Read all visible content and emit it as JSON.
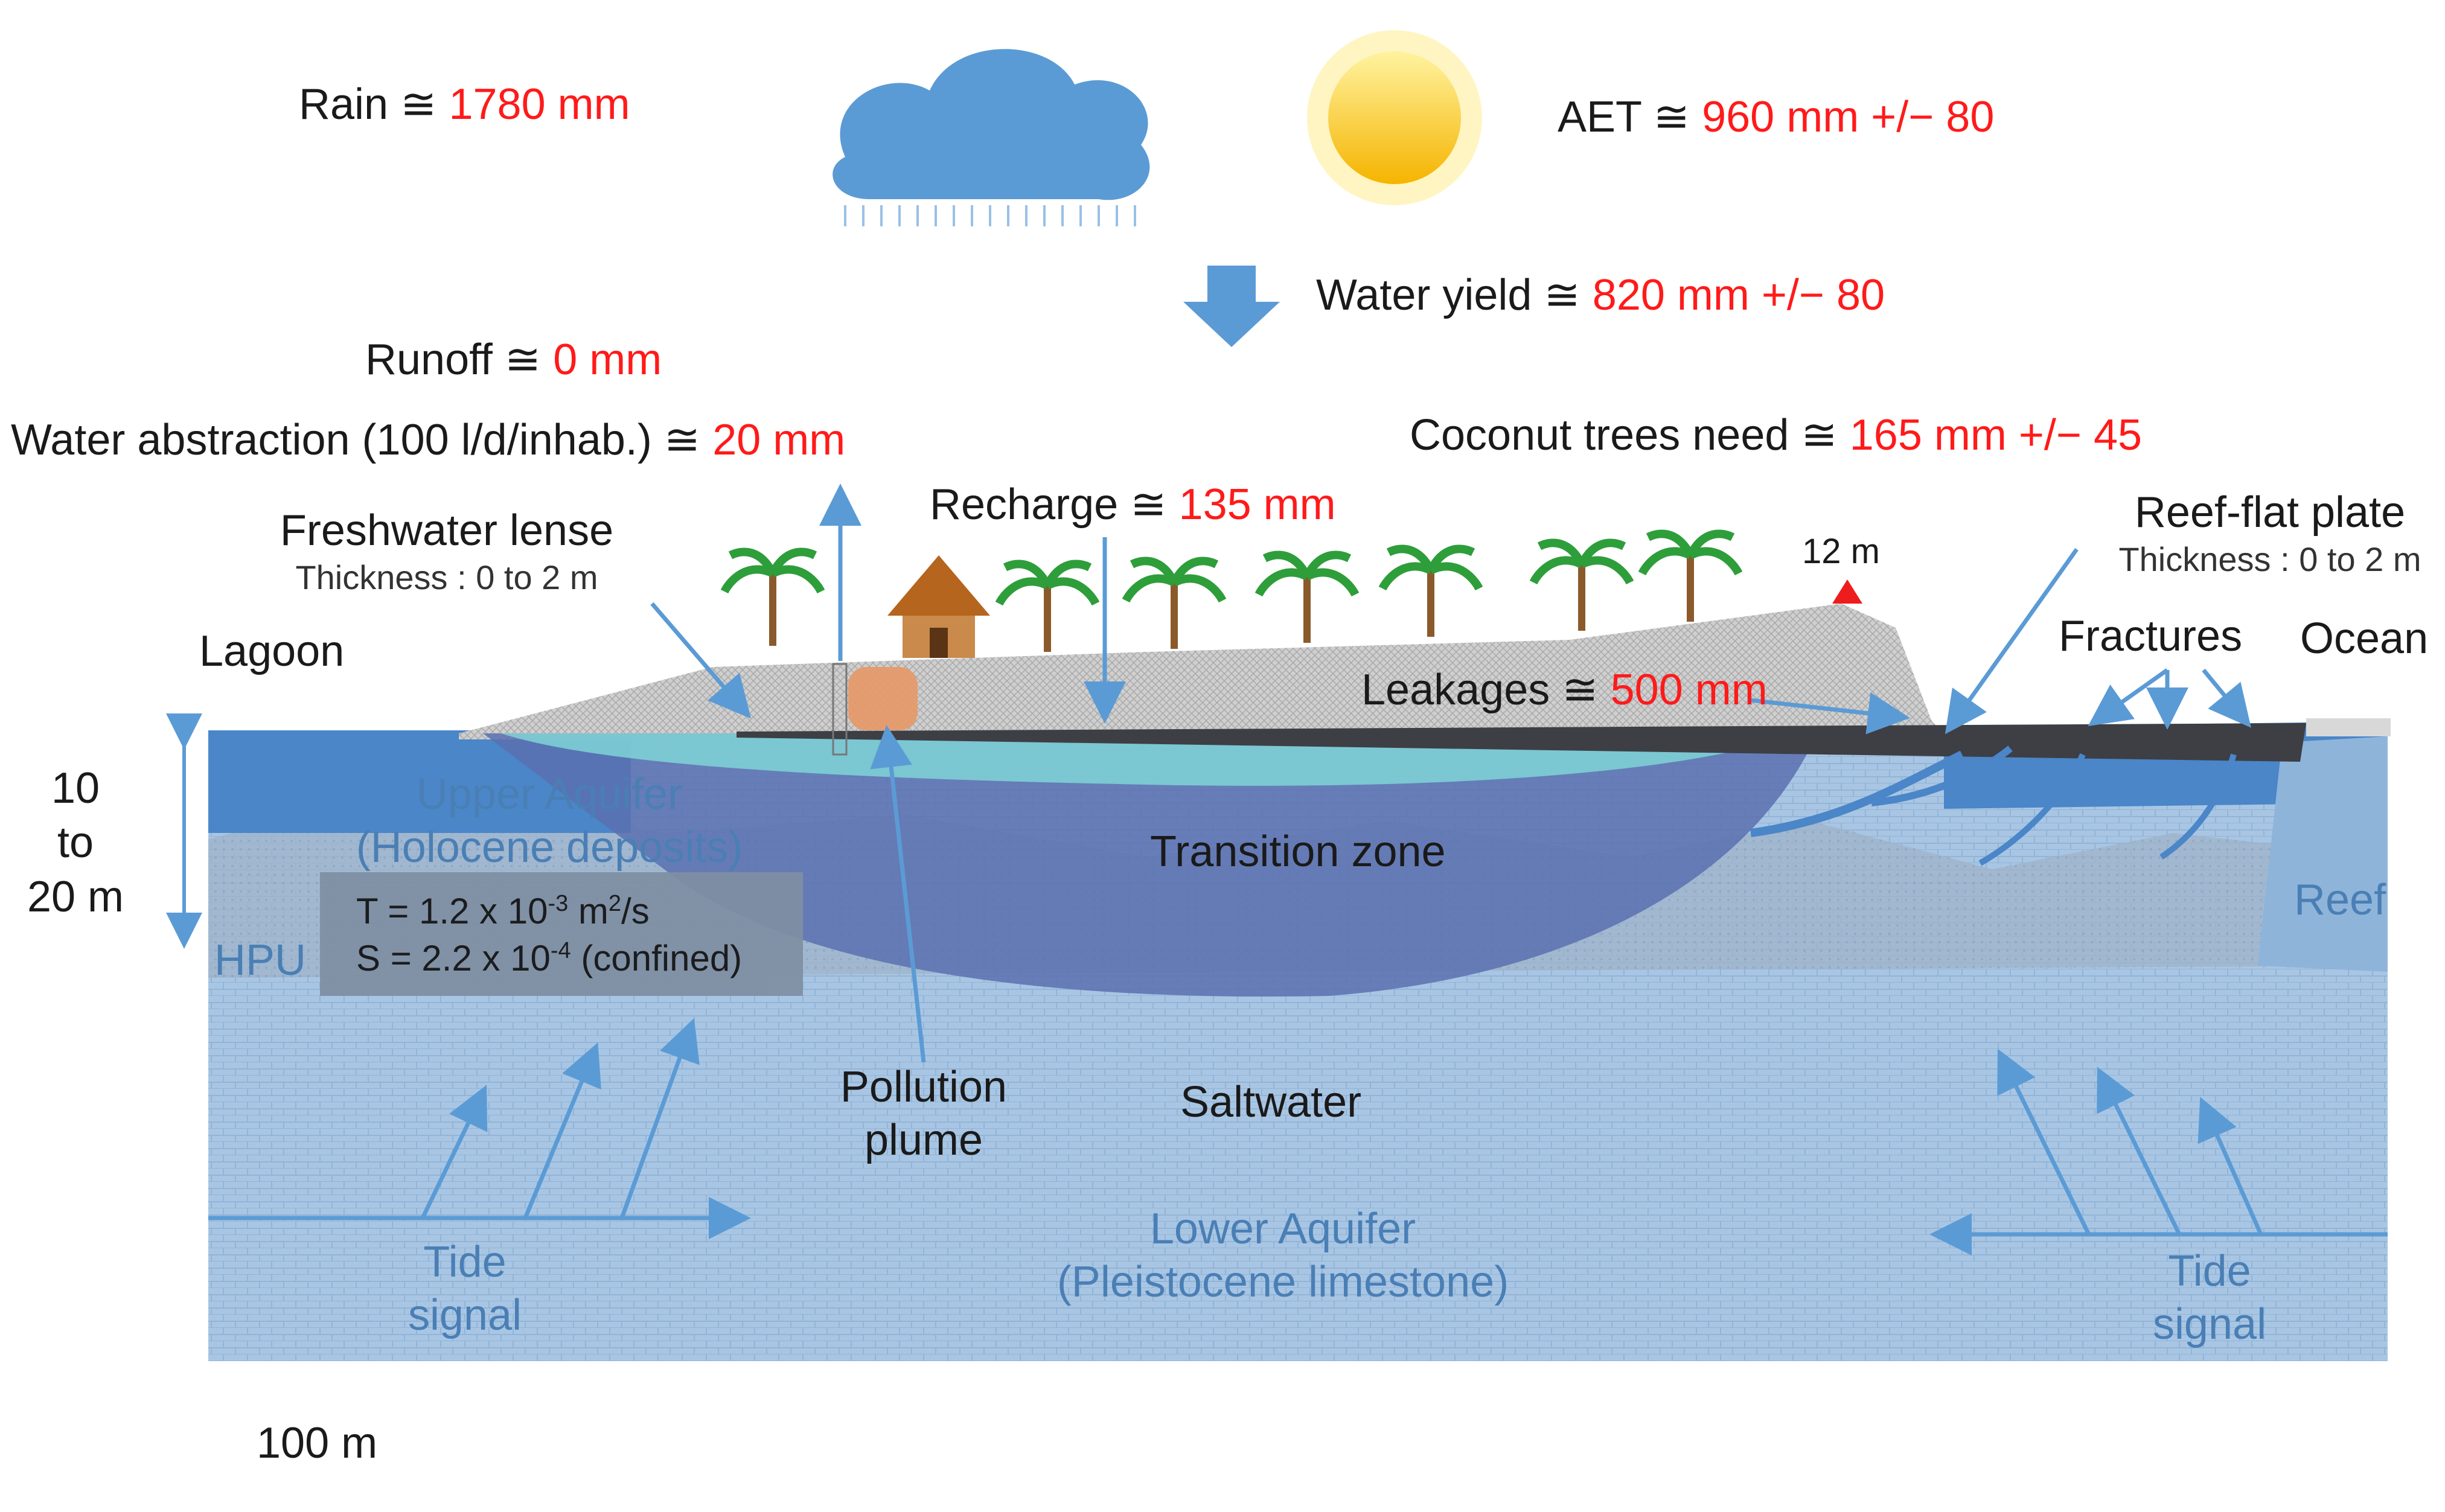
{
  "labels": {
    "rain": {
      "text": "Rain ≅",
      "value": "1780 mm"
    },
    "aet": {
      "text": "AET ≅",
      "value": "960 mm +/− 80"
    },
    "water_yield": {
      "text": "Water yield ≅",
      "value": "820 mm +/− 80"
    },
    "runoff": {
      "text": "Runoff ≅",
      "value": "0 mm"
    },
    "abstraction": {
      "text": "Water abstraction (100 l/d/inhab.) ≅",
      "value": "20 mm"
    },
    "coconut": {
      "text": "Coconut trees need ≅",
      "value": "165 mm +/− 45"
    },
    "recharge": {
      "text": "Recharge ≅",
      "value": "135 mm"
    },
    "leakages": {
      "text": "Leakages ≅",
      "value": "500 mm"
    },
    "freshwater_lense": {
      "title": "Freshwater lense",
      "sub": "Thickness : 0 to 2 m"
    },
    "reef_flat_plate": {
      "title": "Reef-flat plate",
      "sub": "Thickness : 0 to 2 m"
    },
    "elevation": "12 m",
    "lagoon": "Lagoon",
    "ocean": "Ocean",
    "fractures": "Fractures",
    "reef": "Reef",
    "hpu": "HPU",
    "upper_aquifer": {
      "line1": "Upper Aquifer",
      "line2": "(Holocene deposits)"
    },
    "transition_zone": "Transition zone",
    "saltwater": "Saltwater",
    "pollution_plume": {
      "line1": "Pollution",
      "line2": "plume"
    },
    "lower_aquifer": {
      "line1": "Lower Aquifer",
      "line2": "(Pleistocene limestone)"
    },
    "tide_left": {
      "line1": "Tide",
      "line2": "signal"
    },
    "tide_right": {
      "line1": "Tide",
      "line2": "signal"
    },
    "depth": {
      "line1": "10",
      "line2": "to",
      "line3": "20 m"
    },
    "scale": "100 m"
  },
  "params": {
    "t_prefix": "T = 1.2 x 10",
    "t_exp": "-3",
    "t_unit": " m",
    "t_unit_exp": "2",
    "t_suffix": "/s",
    "s_prefix": "S = 2.2 x 10",
    "s_exp": "-4",
    "s_suffix": " (confined)"
  },
  "colors": {
    "value_red": "#ff1a1a",
    "ocean_blue": "#4a86c8",
    "aquifer_blue": "#a9c8e6",
    "transition_blue": "#5a70b0",
    "sand_gray": "#c8c8c8",
    "arrow_blue": "#5b9bd5"
  }
}
